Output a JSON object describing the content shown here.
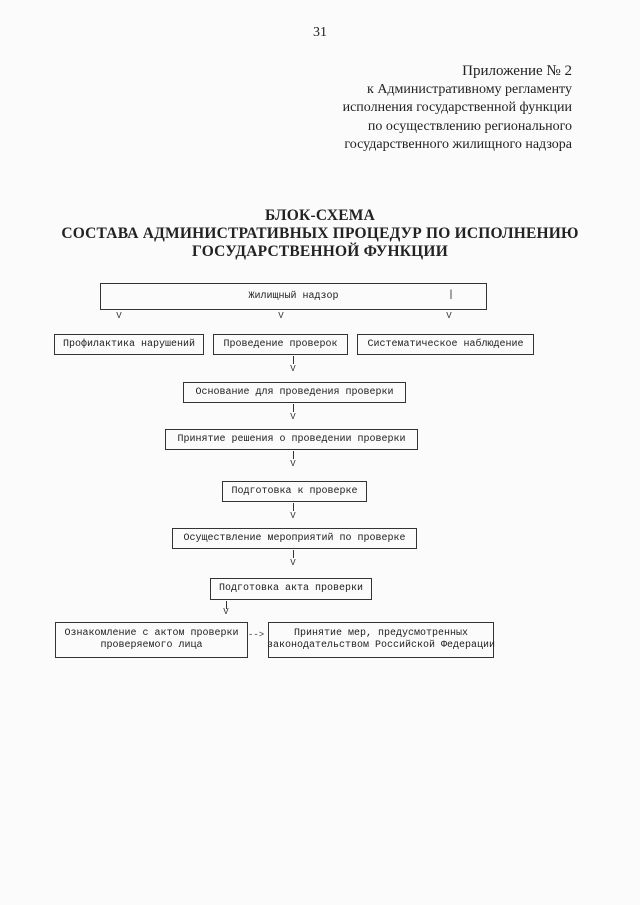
{
  "page_number": "31",
  "annex": {
    "title": "Приложение  № 2",
    "lines": [
      "к Административному регламенту",
      "исполнения государственной функции",
      "по осуществлению регионального",
      "государственного  жилищного надзора"
    ]
  },
  "document_title": {
    "line1": "БЛОК-СХЕМА",
    "line2": "СОСТАВА АДМИНИСТРАТИВНЫХ ПРОЦЕДУР ПО ИСПОЛНЕНИЮ",
    "line3": "ГОСУДАРСТВЕННОЙ ФУНКЦИИ"
  },
  "flowchart": {
    "arrow_glyph": "V",
    "horizontal_arrow_glyph": "-->",
    "inner_mark": "|",
    "top": "Жилищный надзор",
    "branches": [
      "Профилактика нарушений",
      "Проведение проверок",
      "Систематическое наблюдение"
    ],
    "steps": [
      "Основание для проведения проверки",
      "Принятие решения о проведении проверки",
      "Подготовка к проверке",
      "Осуществление мероприятий по проверке",
      "Подготовка акта проверки"
    ],
    "final_left": {
      "line1": "Ознакомление с актом проверки",
      "line2": "проверяемого лица"
    },
    "final_right": {
      "line1": "Принятие мер, предусмотренных",
      "line2": "законодательством Российской Федерации"
    }
  }
}
